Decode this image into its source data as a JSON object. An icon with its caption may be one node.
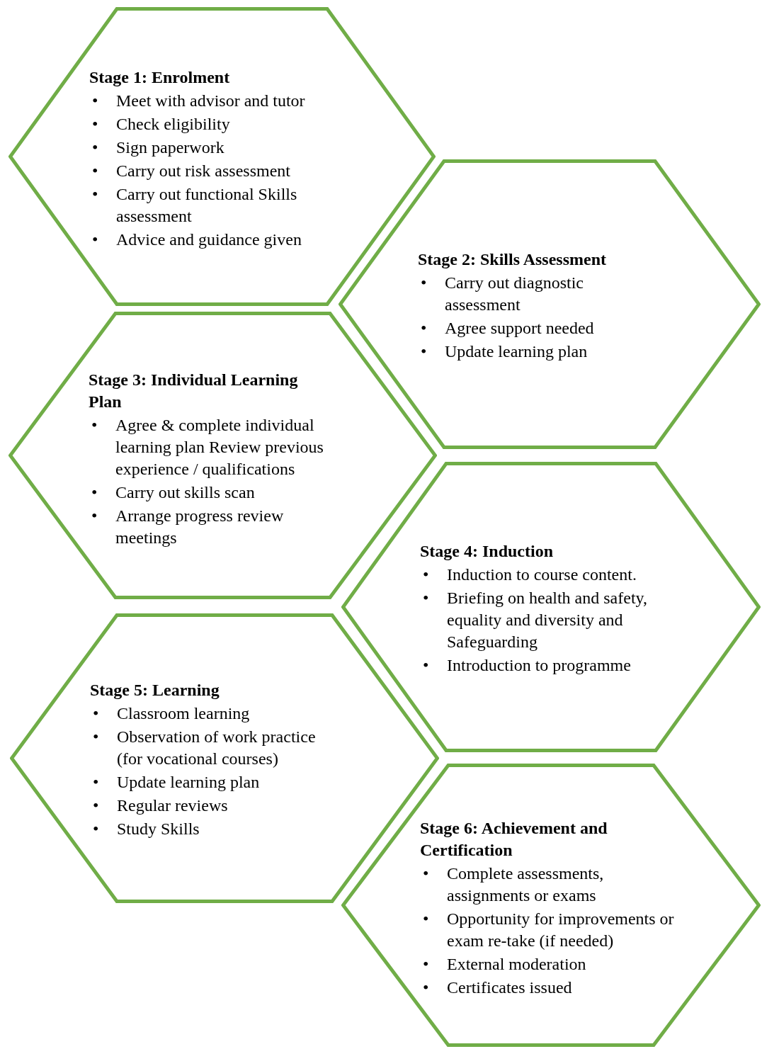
{
  "diagram": {
    "nodes": [
      {
        "text": [
          "Stage 1: Enrolment",
          "• Meet with advisor and tutor",
          "• Check eligibility",
          "• Sign paperwork",
          "• Carry out risk assessment",
          "• Carry out functional Skills assessment",
          "• Advice and guidance given"
        ]
      },
      {
        "text": [
          "Stage 2: Skills Assessment",
          "• Carry out diagnostic assessment",
          "• Agree support needed",
          "• Update learning plan"
        ]
      },
      {
        "text": [
          "Stage 3: Individual Learning Plan",
          "• Agree & complete individual learning plan Review previous experience / qualifications",
          "• Carry out skills scan",
          "• Arrange progress review meetings"
        ]
      },
      {
        "text": [
          "Stage 4: Induction",
          "• Induction to course content.",
          "• Briefing on health and safety, equality and diversity and Safeguarding",
          "• Introduction to programme"
        ]
      },
      {
        "text": [
          "Stage 5: Learning",
          "• Classroom learning",
          "• Observation of work practice (for vocational courses)",
          "• Update learning plan",
          "• Regular reviews",
          "• Study Skills"
        ]
      },
      {
        "text": [
          "Stage 6: Achievement and Certification",
          "• Complete assessments, assignments or exams",
          "• Opportunity for improvements or exam re-take (if needed)",
          "• External moderation",
          "• Certificates issued"
        ]
      }
    ]
  }
}
